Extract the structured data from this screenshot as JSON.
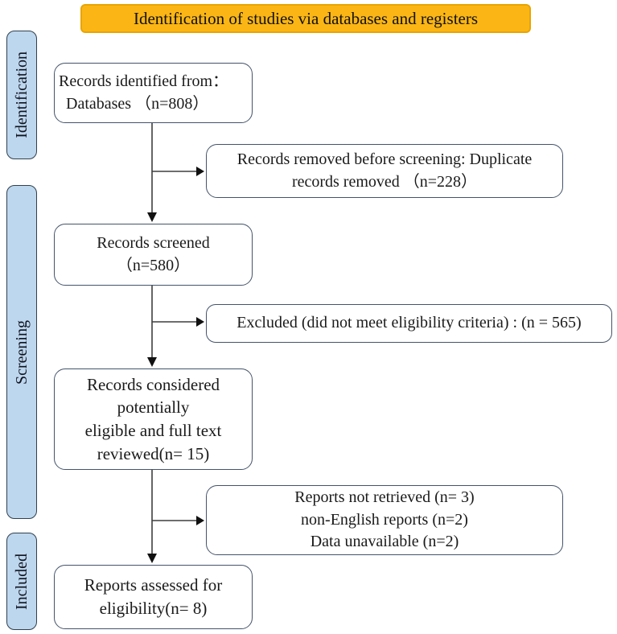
{
  "banner": {
    "label": "Identification of studies via databases and registers"
  },
  "stages": [
    {
      "label": "Identification"
    },
    {
      "label": "Screening"
    },
    {
      "label": "Included"
    }
  ],
  "boxes": {
    "records_identified": {
      "lines": [
        "Records identified from：",
        "Databases （n=808）"
      ]
    },
    "records_removed": {
      "lines": [
        "Records removed before screening: Duplicate",
        "records removed  （n=228）"
      ]
    },
    "records_screened": {
      "lines": [
        "Records screened",
        "（n=580）"
      ]
    },
    "excluded": {
      "lines": [
        "Excluded (did not meet eligibility criteria) : (n = 565)"
      ]
    },
    "full_text_reviewed": {
      "lines": [
        "Records considered",
        "potentially",
        "eligible and full text",
        "reviewed(n= 15)"
      ]
    },
    "reports_not_retrieved": {
      "lines": [
        "Reports not retrieved (n= 3)",
        "non-English reports (n=2)",
        "Data unavailable (n=2)"
      ]
    },
    "reports_assessed": {
      "lines": [
        "Reports assessed for",
        "eligibility(n= 8)"
      ]
    }
  },
  "colors": {
    "banner_bg": "#fbb615",
    "banner_border": "#e9a400",
    "stage_bg": "#bdd7ee",
    "box_border": "#44546a",
    "arrow": "#3f3f3f",
    "text": "#1a1a1a"
  }
}
